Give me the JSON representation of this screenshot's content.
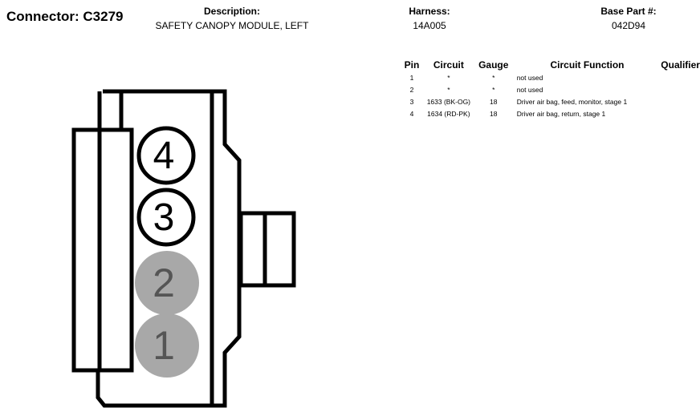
{
  "connector": {
    "label": "Connector: C3279"
  },
  "header": {
    "description": {
      "label": "Description:",
      "value": "SAFETY CANOPY MODULE, LEFT"
    },
    "harness": {
      "label": "Harness:",
      "value": "14A005"
    },
    "base_part": {
      "label": "Base Part #:",
      "value": "042D94"
    }
  },
  "table": {
    "columns": [
      "Pin",
      "Circuit",
      "Gauge",
      "Circuit Function",
      "Qualifier"
    ],
    "rows": [
      {
        "pin": "1",
        "circuit": "*",
        "gauge": "*",
        "function": "not used",
        "qualifier": ""
      },
      {
        "pin": "2",
        "circuit": "*",
        "gauge": "*",
        "function": "not used",
        "qualifier": ""
      },
      {
        "pin": "3",
        "circuit": "1633 (BK-OG)",
        "gauge": "18",
        "function": "Driver air bag, feed, monitor, stage 1",
        "qualifier": ""
      },
      {
        "pin": "4",
        "circuit": "1634 (RD-PK)",
        "gauge": "18",
        "function": "Driver air bag, return, stage 1",
        "qualifier": ""
      }
    ]
  },
  "pins": [
    {
      "label": "4",
      "state": "used"
    },
    {
      "label": "3",
      "state": "used"
    },
    {
      "label": "2",
      "state": "not used"
    },
    {
      "label": "1",
      "state": "not used"
    }
  ],
  "colors": {
    "used_fill": "#ffffff",
    "unused_fill": "#a8a8a8",
    "unused_text": "#555555",
    "stroke": "#000000"
  }
}
